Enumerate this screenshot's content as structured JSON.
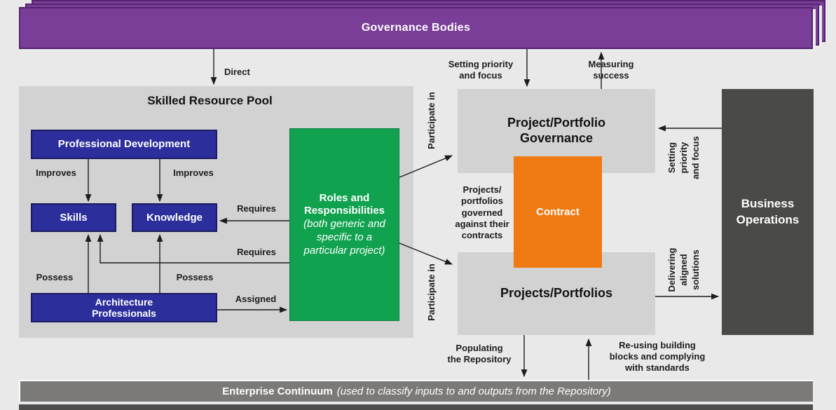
{
  "banner": {
    "title": "Governance Bodies"
  },
  "resource_pool": {
    "title": "Skilled Resource Pool",
    "professional_development": "Professional Development",
    "skills": "Skills",
    "knowledge": "Knowledge",
    "architecture_professionals": [
      "Architecture",
      "Professionals"
    ],
    "improves_left": "Improves",
    "improves_right": "Improves",
    "requires_top": "Requires",
    "requires_bottom": "Requires",
    "possess_left": "Possess",
    "possess_right": "Possess",
    "assigned": "Assigned"
  },
  "roles": {
    "title": [
      "Roles and",
      "Responsibilities"
    ],
    "subtitle": [
      "(both generic and",
      "specific to a",
      "particular project)"
    ]
  },
  "governance_box": {
    "title": [
      "Project/Portfolio",
      "Governance"
    ]
  },
  "projects_box": {
    "title": "Projects/Portfolios"
  },
  "contract": {
    "title": "Contract"
  },
  "business_operations": {
    "title": [
      "Business",
      "Operations"
    ]
  },
  "continuum": {
    "title": "Enterprise Continuum",
    "subtitle": "(used to classify inputs to and outputs from the Repository)"
  },
  "flows": {
    "direct": "Direct",
    "participate_top": "Participate in",
    "participate_bottom": "Participate in",
    "setting_priority_top": [
      "Setting priority",
      "and focus"
    ],
    "measuring_success": [
      "Measuring",
      "success"
    ],
    "governed": [
      "Projects/",
      "portfolios",
      "governed",
      "against their",
      "contracts"
    ],
    "setting_priority_right": [
      "Setting",
      "priority",
      "and focus"
    ],
    "delivering_solutions": [
      "Delivering",
      "aligned",
      "solutions"
    ],
    "populating": [
      "Populating",
      "the Repository"
    ],
    "reusing": [
      "Re-using building",
      "blocks and complying",
      "with standards"
    ]
  },
  "colors": {
    "background": "#E9E9E9",
    "banner_purple": "#7A3E99",
    "box_gray": "#D2D2D2",
    "deep_blue": "#2B2E9B",
    "green": "#10A24F",
    "orange": "#EF7A12",
    "dark_gray": "#4A4A47",
    "continuum_gray": "#7B7A79"
  }
}
